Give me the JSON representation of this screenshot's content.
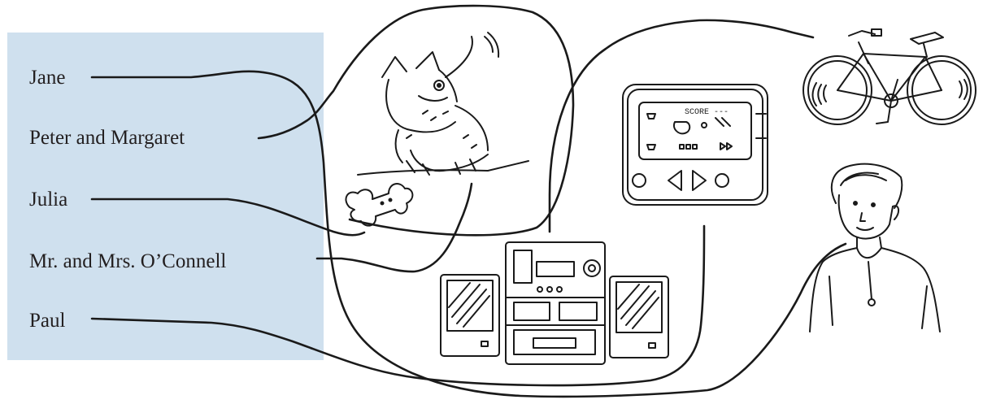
{
  "names": [
    "Jane",
    "Peter and Margaret",
    "Julia",
    "Mr. and Mrs. O’Connell",
    "Paul"
  ],
  "pictures": [
    {
      "label": "cat",
      "icon": "cat-with-bone"
    },
    {
      "label": "music system",
      "icon": "stereo"
    },
    {
      "label": "video game",
      "icon": "handheld-game"
    },
    {
      "label": "bicycle",
      "icon": "bicycle"
    },
    {
      "label": "young man",
      "icon": "man-portrait"
    }
  ],
  "game_screen_text": "SCORE ---",
  "colors": {
    "panel": "#cfe0ee",
    "ink": "#1a1a1a",
    "text": "#231f20"
  }
}
